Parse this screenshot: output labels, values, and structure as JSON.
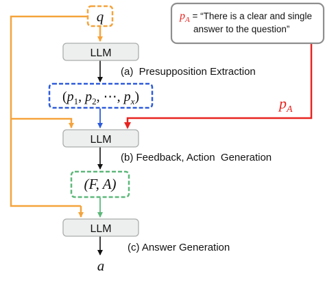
{
  "colors": {
    "orange": "#F5A33B",
    "red": "#E8231F",
    "blue": "#2D5BDB",
    "green": "#5DB87A",
    "llm_fill": "#EDEFEE",
    "llm_stroke": "#A9ADAB",
    "note_stroke": "#8E8E8E",
    "text": "#111111"
  },
  "nodes": {
    "query": "q",
    "llm1": "LLM",
    "llm2": "LLM",
    "llm3": "LLM",
    "presuppositions": {
      "open": "(",
      "p1": "p",
      "s1": "1",
      "sep1": ", ",
      "p2": "p",
      "s2": "2",
      "sep2": ", ⋯, ",
      "px": "p",
      "sx": "x",
      "close": ")"
    },
    "feedback_action": "(F, A)",
    "answer": "a"
  },
  "stages": {
    "a": "(a)  Presupposition Extraction",
    "b": "(b) Feedback, Action  Generation",
    "c": "(c) Answer Generation"
  },
  "pa_note": {
    "symbol": "p",
    "subscript": "A",
    "line1": " = “There is a clear and single",
    "line2": "answer to the question”"
  },
  "pa_label": {
    "symbol": "p",
    "subscript": "A"
  }
}
